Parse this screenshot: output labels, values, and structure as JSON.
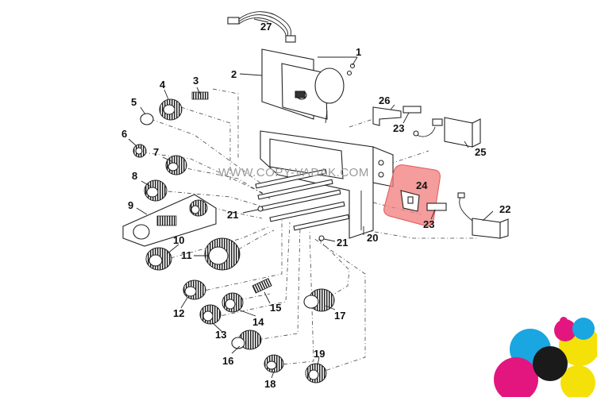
{
  "watermark": "WWW.COPY-VADAK.COM",
  "labels": {
    "p1": "1",
    "p2": "2",
    "p3": "3",
    "p4": "4",
    "p5": "5",
    "p6": "6",
    "p7": "7",
    "p8": "8",
    "p9": "9",
    "p10": "10",
    "p11": "11",
    "p12": "12",
    "p13": "13",
    "p14": "14",
    "p15": "15",
    "p16": "16",
    "p17": "17",
    "p18": "18",
    "p19": "19",
    "p20": "20",
    "p21a": "21",
    "p21b": "21",
    "p22": "22",
    "p23a": "23",
    "p23b": "23",
    "p24": "24",
    "p25": "25",
    "p26": "26",
    "p27": "27"
  },
  "colors": {
    "highlight": "#f27b7b",
    "cyan": "#1aa6e0",
    "magenta": "#e3167f",
    "yellow": "#f5e10a",
    "black": "#1a1a1a"
  }
}
